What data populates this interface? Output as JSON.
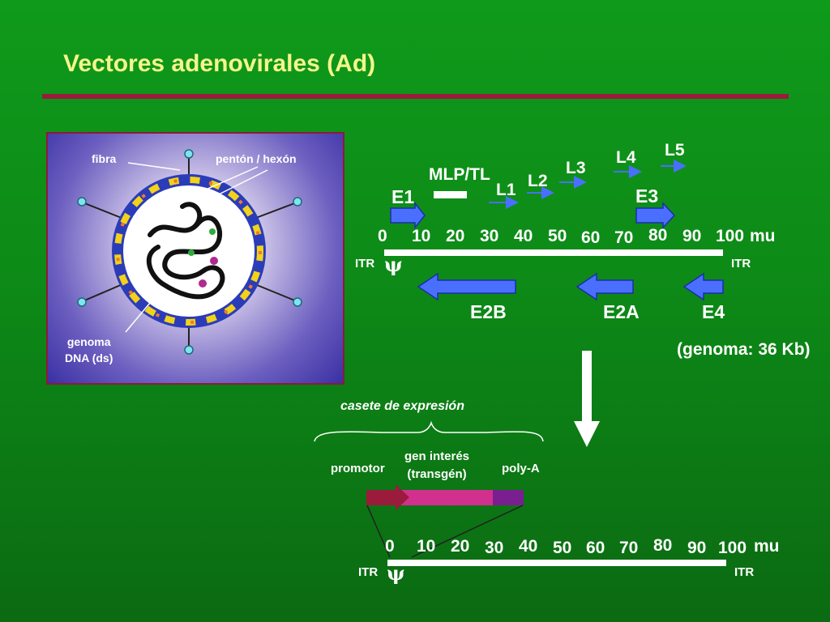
{
  "slide": {
    "title": "Vectores adenovirales (Ad)"
  },
  "virion": {
    "labels": {
      "fiber": "fibra",
      "penton_hexon": "pentón / hexón",
      "genome": "genoma\nDNA (ds)"
    }
  },
  "genome_map": {
    "late_genes": [
      "L1",
      "L2",
      "L3",
      "L4",
      "L5"
    ],
    "promoter": "MLP/TL",
    "e1": "E1",
    "e3": "E3",
    "ticks": [
      "0",
      "10",
      "20",
      "30",
      "40",
      "50",
      "60",
      "70",
      "80",
      "90",
      "100"
    ],
    "unit": "mu",
    "itr_left": "ITR",
    "itr_right": "ITR",
    "psi": "ψ",
    "e2b": "E2B",
    "e2a": "E2A",
    "e4": "E4",
    "genome_size": "(genoma: 36 Kb)"
  },
  "cassette": {
    "title": "casete de expresión",
    "promoter": "promotor",
    "transgene": "gen interés\n(transgén)",
    "polya": "poly-A"
  },
  "vector_map": {
    "ticks": [
      "0",
      "10",
      "20",
      "30",
      "40",
      "50",
      "60",
      "70",
      "80",
      "90",
      "100"
    ],
    "unit": "mu",
    "itr_left": "ITR",
    "itr_right": "ITR",
    "psi": "ψ"
  },
  "colors": {
    "title": "#f5f58a",
    "rule": "#9b1b3c",
    "arrow_blue": "#4a6fff",
    "promoter": "#9b1b3c",
    "transgene": "#d2308f",
    "polya": "#7a1f8f"
  }
}
